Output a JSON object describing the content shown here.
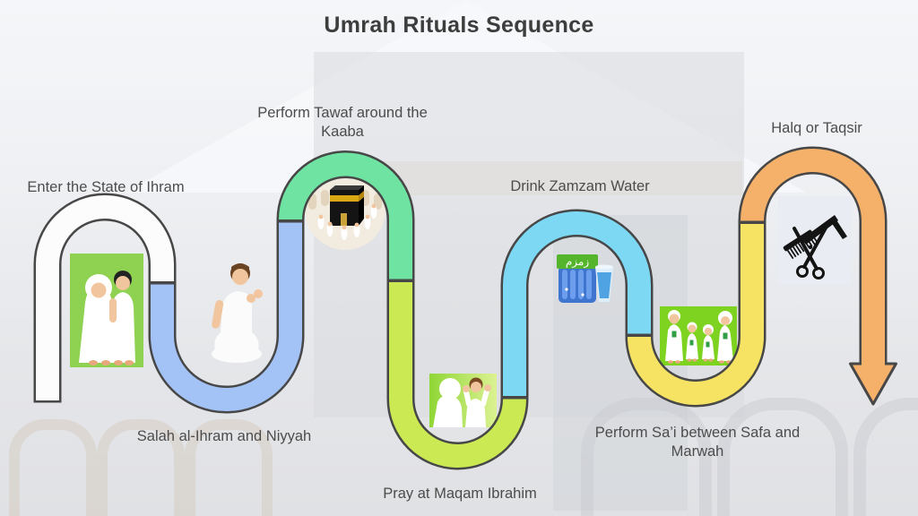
{
  "title": "Umrah Rituals Sequence",
  "path_outline_color": "#474747",
  "steps": [
    {
      "label": "Enter the State of Ihram",
      "color": "#fcfcfc",
      "illustration": "ihram-couple"
    },
    {
      "label": "Salah al-Ihram and Niyyah",
      "color": "#a3c2f5",
      "illustration": "praying-man"
    },
    {
      "label": "Perform Tawaf around the Kaaba",
      "color": "#6fe4a2",
      "illustration": "tawaf-kaaba"
    },
    {
      "label": "Pray at Maqam Ibrahim",
      "color": "#cbe952",
      "illustration": "maqam-dua"
    },
    {
      "label": "Drink Zamzam Water",
      "color": "#7dd8f4",
      "illustration": "zamzam-jug-and-glass"
    },
    {
      "label": "Perform Sa’i between Safa and Marwah",
      "color": "#f6e364",
      "illustration": "sai-family"
    },
    {
      "label": "Halq or Taqsir",
      "color": "#f5b069",
      "illustration": "barber-tools"
    }
  ],
  "zamzam_bottle_text": "زمزم"
}
